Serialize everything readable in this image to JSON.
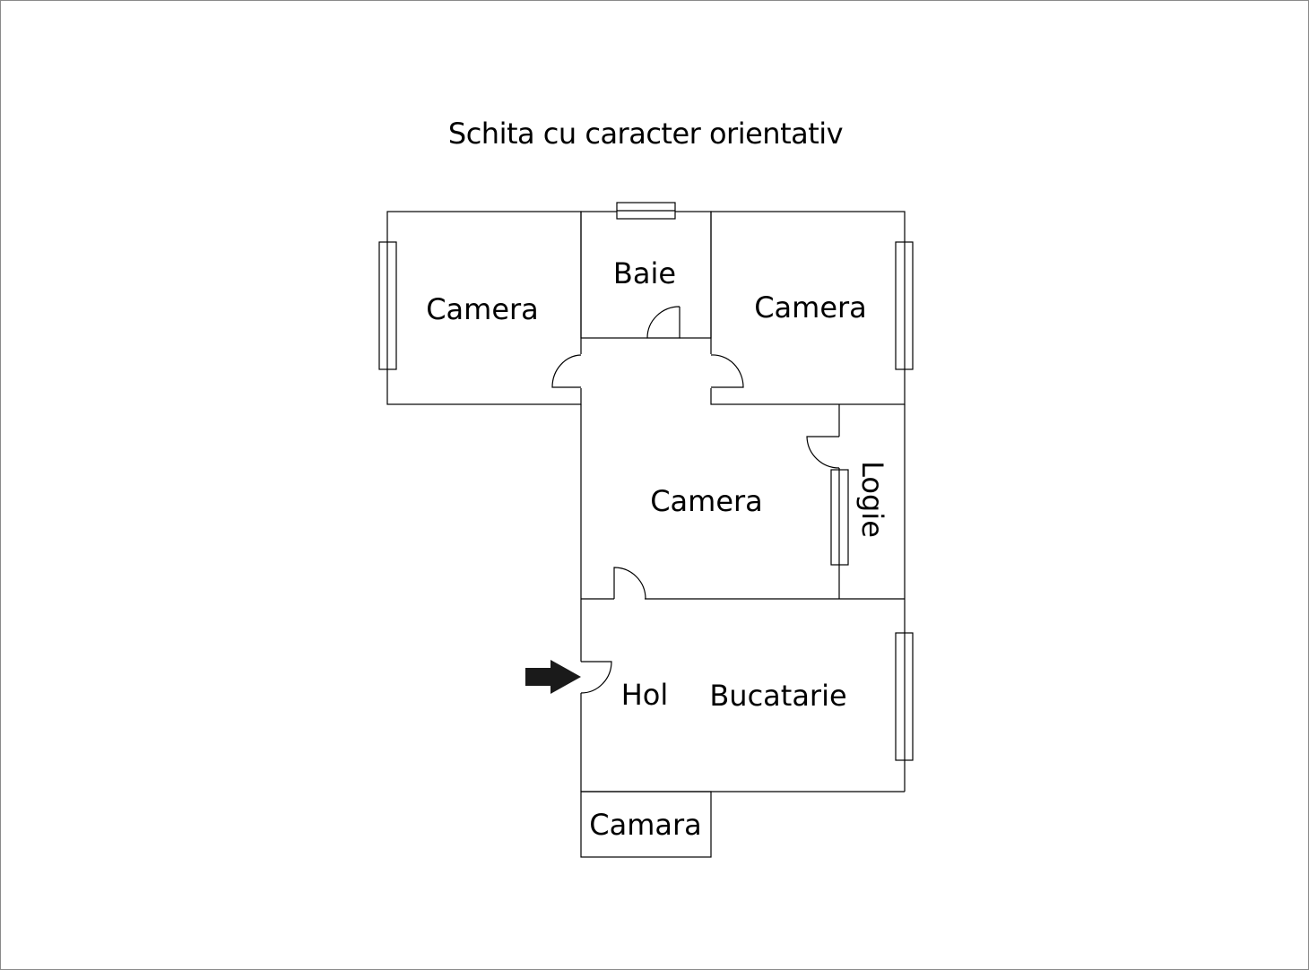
{
  "title": "Schita cu caracter orientativ",
  "rooms": {
    "camera_left": "Camera",
    "baie": "Baie",
    "camera_right": "Camera",
    "camera_middle": "Camera",
    "logie": "Logie",
    "hol": "Hol",
    "bucatarie": "Bucatarie",
    "camara": "Camara"
  },
  "entrance_icon": "arrow-right-icon",
  "colors": {
    "line": "#000000",
    "background": "#ffffff",
    "frame": "#8a8a8a"
  }
}
